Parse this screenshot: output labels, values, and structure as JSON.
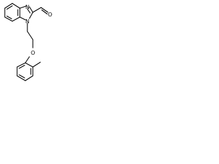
{
  "molecule": {
    "atoms": {
      "n_imidazole": "N",
      "n_substituted": "N",
      "o_aldehyde": "O",
      "o_ether": "O"
    }
  }
}
